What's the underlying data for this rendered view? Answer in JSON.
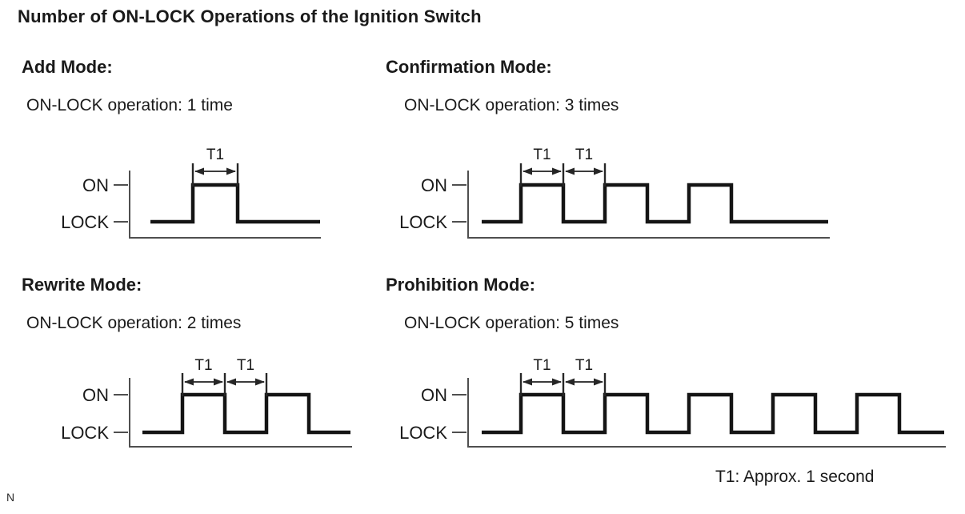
{
  "page": {
    "title": "Number of ON-LOCK Operations of the Ignition Switch",
    "footnote": "T1: Approx. 1 second",
    "page_marker": "N"
  },
  "axis_labels": {
    "on": "ON",
    "lock": "LOCK",
    "t1": "T1"
  },
  "modes": [
    {
      "name": "Add Mode:",
      "operation": "ON-LOCK operation: 1 time",
      "on_lock_operations": 1,
      "t1_spans": 1
    },
    {
      "name": "Confirmation Mode:",
      "operation": "ON-LOCK operation: 3 times",
      "on_lock_operations": 3,
      "t1_spans": 2
    },
    {
      "name": "Rewrite Mode:",
      "operation": "ON-LOCK operation: 2 times",
      "on_lock_operations": 2,
      "t1_spans": 2
    },
    {
      "name": "Prohibition Mode:",
      "operation": "ON-LOCK operation: 5 times",
      "on_lock_operations": 5,
      "t1_spans": 2
    }
  ],
  "t1_definition": "Approx. 1 second",
  "waveform_levels": [
    "ON",
    "LOCK"
  ]
}
